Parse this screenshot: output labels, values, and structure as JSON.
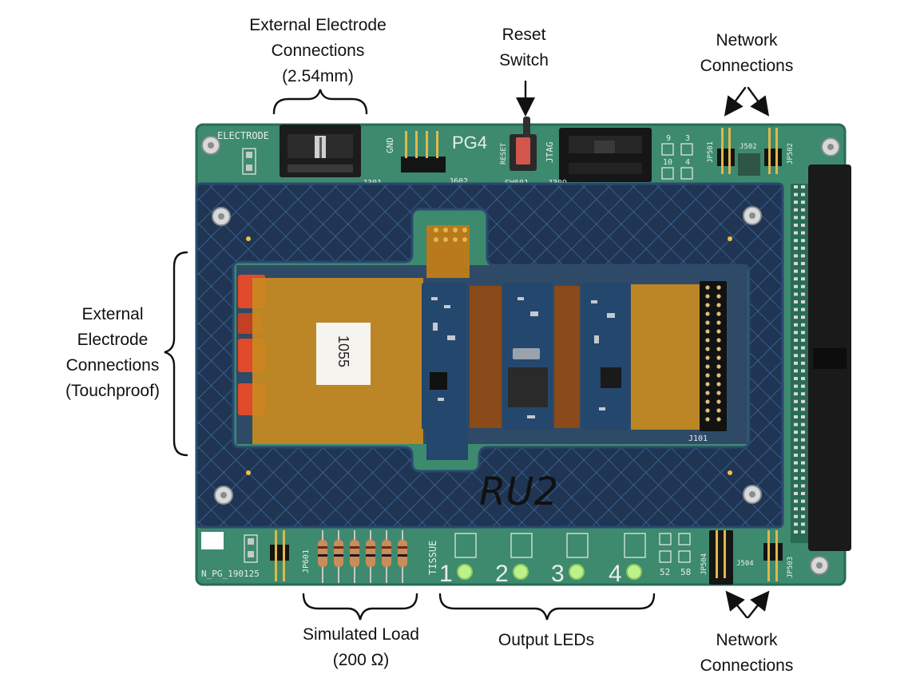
{
  "callouts": {
    "ext_electrode_254": [
      "External Electrode",
      "Connections",
      "(2.54mm)"
    ],
    "reset_switch": [
      "Reset",
      "Switch"
    ],
    "network_top": [
      "Network",
      "Connections"
    ],
    "ext_electrode_touch": [
      "External",
      "Electrode",
      "Connections",
      "(Touchproof)"
    ],
    "simulated_load": [
      "Simulated Load",
      "(200 Ω)"
    ],
    "output_leds": [
      "Output LEDs"
    ],
    "network_bottom": [
      "Network",
      "Connections"
    ]
  },
  "silkscreen": {
    "electrode": "ELECTRODE",
    "gnd": "GND",
    "pg4": "PG4",
    "reset": "RESET",
    "jtag": "JTAG",
    "j301": "J301",
    "j602": "J602",
    "sw601": "SW601",
    "j309": "J309",
    "jp501": "JP501",
    "j502": "J502",
    "jp502": "JP502",
    "j101": "J101",
    "jp601": "JP601",
    "tissue": "TISSUE",
    "board_id": "N_PG_190125",
    "led_nums": [
      "1",
      "2",
      "3",
      "4"
    ],
    "pad_nums": [
      "9",
      "3",
      "10",
      "4"
    ],
    "pad_nums_bottom": [
      "52",
      "58"
    ],
    "jp504": "JP504",
    "j504": "J504",
    "jp503": "JP503",
    "label_tag": "1055",
    "marker": "RU2"
  },
  "colors": {
    "pcb": "#3d8a6e",
    "frame": "#1f3553",
    "kapton": "#c98a1f",
    "led": "#bdf28a"
  }
}
